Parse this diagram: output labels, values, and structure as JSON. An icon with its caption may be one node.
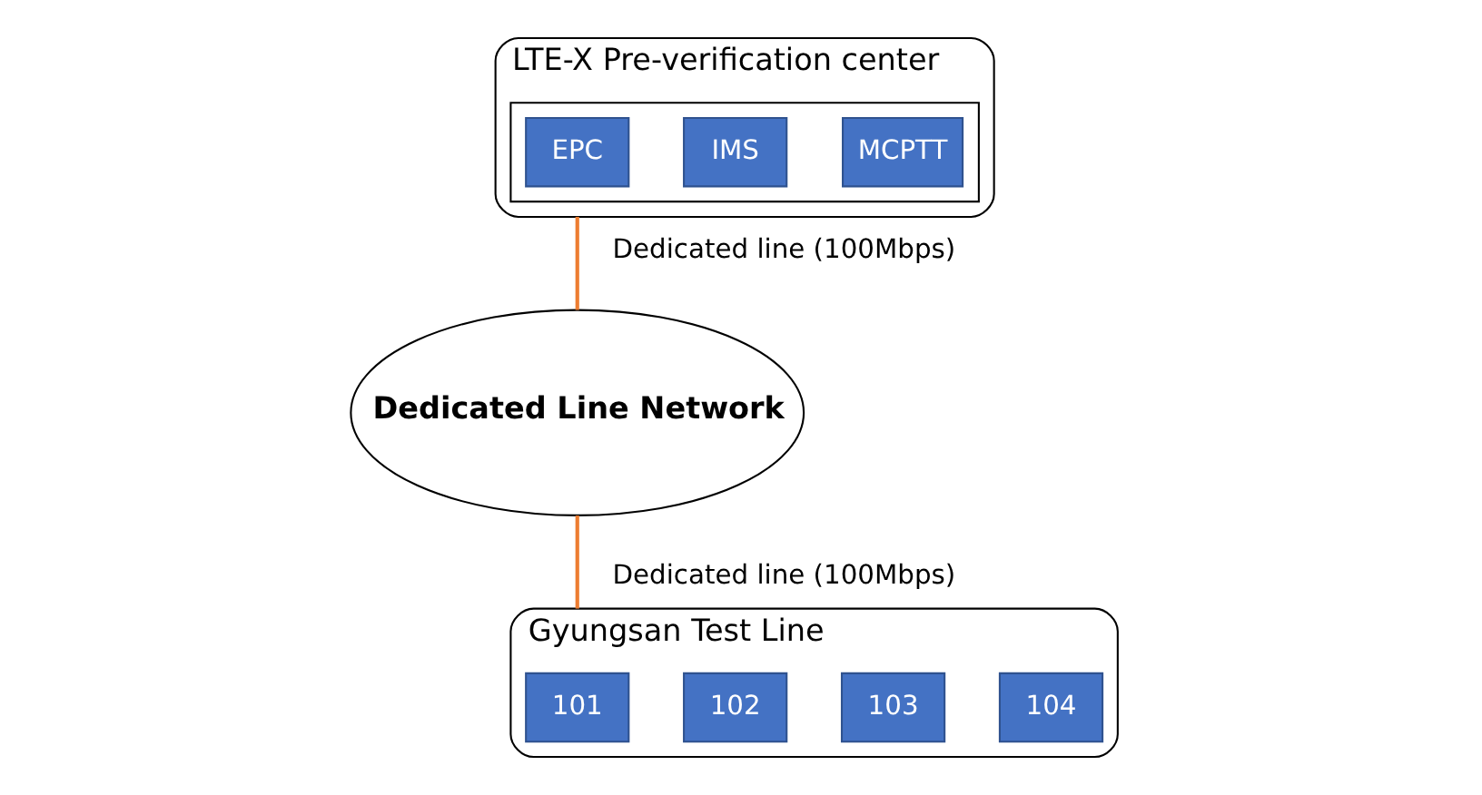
{
  "diagram": {
    "nodes": [
      {
        "text": [
          "LTE-X Pre-verification center"
        ]
      },
      {
        "text": [],
        "shape": "box",
        "in": 0
      },
      {
        "text": [
          "EPC"
        ],
        "in": 1
      },
      {
        "text": [
          "IMS"
        ],
        "in": 1
      },
      {
        "text": [
          "MCPTT"
        ],
        "in": 1
      },
      {
        "text": [
          "Dedicated Line Network"
        ]
      },
      {
        "text": [
          "Gyungsan Test Line"
        ]
      },
      {
        "text": [
          "101"
        ],
        "in": 6
      },
      {
        "text": [
          "102"
        ],
        "in": 6
      },
      {
        "text": [
          "103"
        ],
        "in": 6
      },
      {
        "text": [
          "104"
        ],
        "in": 6
      }
    ],
    "edges": [
      {
        "from": 0,
        "to": 5,
        "arrow": "none",
        "label": "Dedicated line (100Mbps)"
      },
      {
        "from": 5,
        "to": 6,
        "arrow": "none",
        "label": "Dedicated line (100Mbps)"
      }
    ]
  }
}
